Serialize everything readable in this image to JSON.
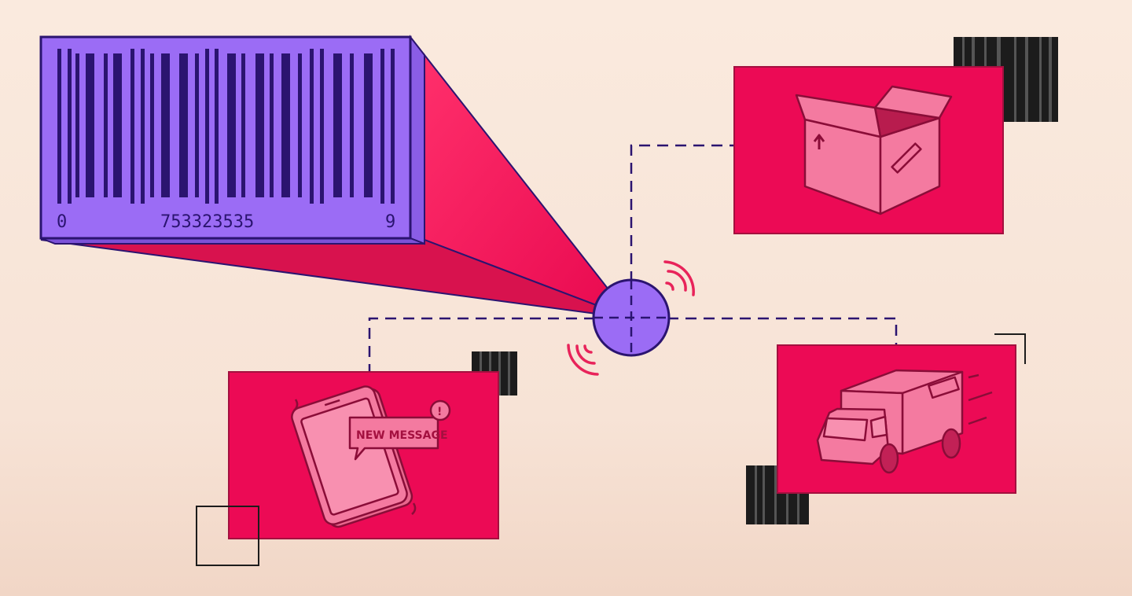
{
  "illustration": {
    "theme": "barcode tracking: scan connects package, notification and delivery truck",
    "colors": {
      "background": "#f8e6da",
      "barcode_purple": "#9b6cf5",
      "bar_dark": "#2b1470",
      "panel_red": "#ec0a55",
      "illustration_pink": "#f47aa0",
      "outline_dark": "#a3103f",
      "signal_red": "#e8235a",
      "line_navy": "#2b1470",
      "accent_black": "#1c1c1c"
    },
    "barcode": {
      "left_digit": "0",
      "middle_digits": "753323535",
      "right_digit": "9"
    },
    "panels": [
      {
        "name": "package",
        "icon": "box-icon"
      },
      {
        "name": "notification",
        "icon": "phone-icon",
        "message": "NEW MESSAGE",
        "badge": "!"
      },
      {
        "name": "delivery",
        "icon": "truck-icon"
      }
    ],
    "hub": {
      "icon": "scanner-hub-icon"
    }
  }
}
